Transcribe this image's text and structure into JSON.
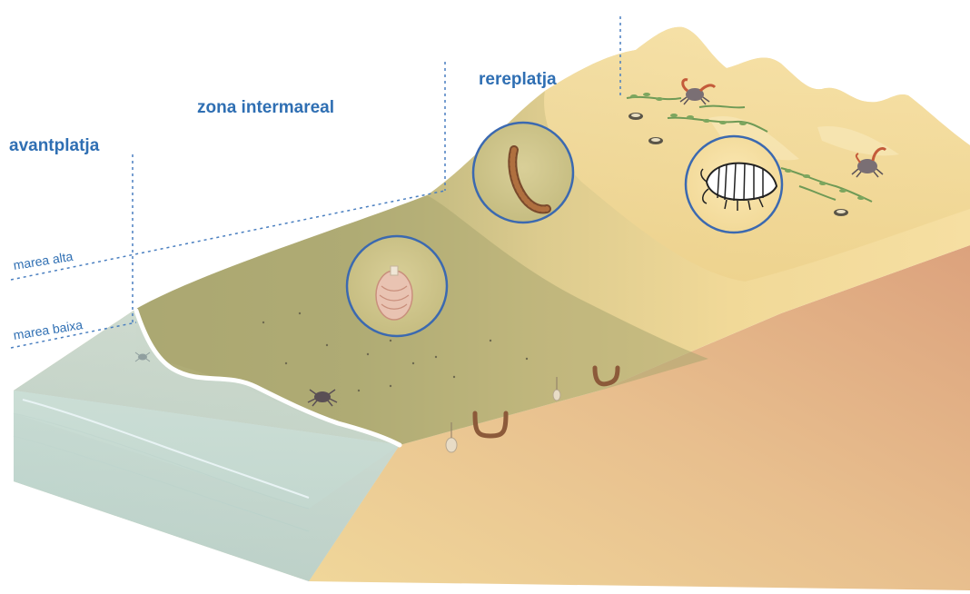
{
  "zones": {
    "nearshore": "avantplatja",
    "intertidal": "zona intermareal",
    "backshore": "rereplatja"
  },
  "tides": {
    "high": "marea alta",
    "low": "marea baixa"
  },
  "colors": {
    "label_blue": "#2f6fb3",
    "sand_light": "#f3dc9b",
    "sand_wet": "#b3b07a",
    "water": "#cde3e6",
    "soil_front": "#e2a77f",
    "circle_ring": "#3b69b0"
  },
  "organisms": [
    "worm",
    "clam",
    "sand-hopper",
    "crab",
    "seaweed"
  ]
}
